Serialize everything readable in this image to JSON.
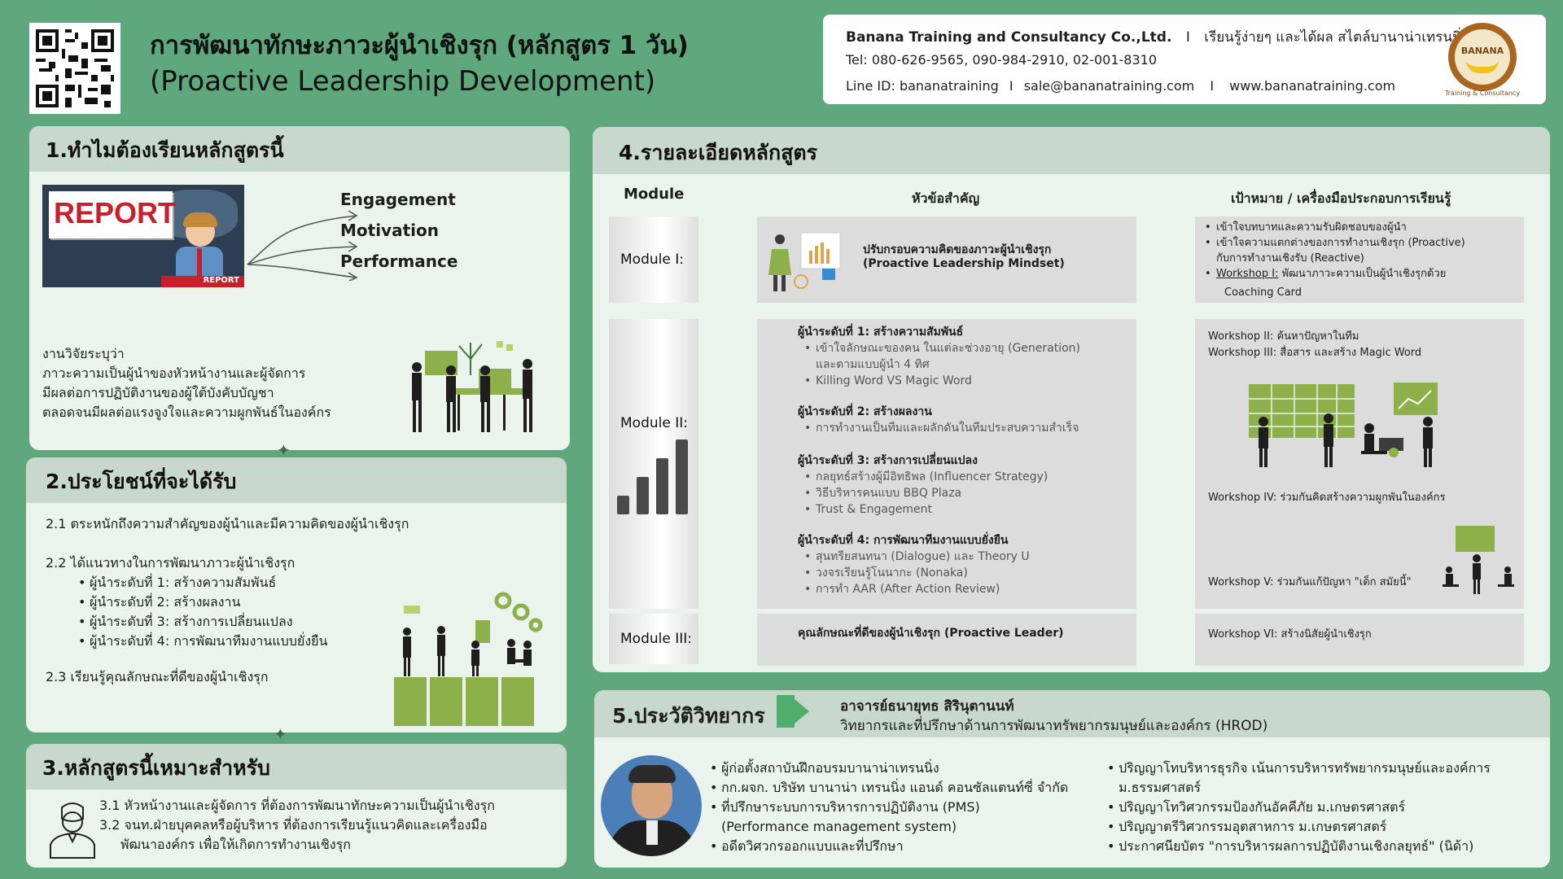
{
  "header": {
    "title_th": "การพัฒนาทักษะภาวะผู้นำเชิงรุก  (หลักสูตร 1 วัน)",
    "title_en": "(Proactive Leadership Development)"
  },
  "company": {
    "name": "Banana Training and Consultancy Co.,Ltd.",
    "sep": "I",
    "slogan": "เรียนรู้ง่ายๆ และได้ผล สไตล์บานาน่าเทรนนิ่ง",
    "tel": "Tel: 080-626-9565, 090-984-2910, 02-001-8310",
    "line": "Line ID: bananatraining",
    "sep2": "I",
    "email": "sale@bananatraining.com",
    "sep3": "I",
    "website": "www.bananatraining.com",
    "logo_text": "BANANA",
    "logo_sub": "Training & Consultancy"
  },
  "s1": {
    "title": "1.ทำไมต้องเรียนหลักสูตรนี้",
    "report_text": "REPORT",
    "report_small": "REPORT",
    "keywords": [
      "Engagement",
      "Motivation",
      "Performance"
    ],
    "research": [
      "งานวิจัยระบุว่า",
      "ภาวะความเป็นผู้นำของหัวหน้างานและผู้จัดการ",
      "มีผลต่อการปฏิบัติงานของผู้ใต้บังคับบัญชา",
      "ตลอดจนมีผลต่อแรงจูงใจและความผูกพันธ์ในองค์กร"
    ]
  },
  "s2": {
    "title": "2.ประโยชน์ที่จะได้รับ",
    "p1": "2.1 ตระหนักถึงความสำคัญของผู้นำและมีความคิดของผู้นำเชิงรุก",
    "p2": "2.2 ได้แนวทางในการพัฒนาภาวะผู้นำเชิงรุก",
    "levels": [
      "ผู้นำระดับที่ 1: สร้างความสัมพันธ์",
      "ผู้นำระดับที่ 2: สร้างผลงาน",
      "ผู้นำระดับที่ 3: สร้างการเปลี่ยนแปลง",
      "ผู้นำระดับที่ 4: การพัฒนาทีมงานแบบยั่งยืน"
    ],
    "p3": "2.3 เรียนรู้คุณลักษณะที่ดีของผู้นำเชิงรุก"
  },
  "s3": {
    "title": "3.หลักสูตรนี้เหมาะสำหรับ",
    "l1": "3.1 หัวหน้างานและผู้จัดการ ที่ต้องการพัฒนาทักษะความเป็นผู้นำเชิงรุก",
    "l2": "3.2 จนท.ฝ่ายบุคคลหรือผู้บริหาร  ที่ต้องการเรียนรู้แนวคิดและเครื่องมือ",
    "l3": "พัฒนาองค์กร เพื่อให้เกิดการทำงานเชิงรุก"
  },
  "s4": {
    "title": "4.รายละเอียดหลักสูตร",
    "col_module": "Module",
    "col_topic": "หัวข้อสำคัญ",
    "col_goal": "เป้าหมาย / เครื่องมือประกอบการเรียนรู้",
    "m1": {
      "label": "Module I:",
      "topic1": "ปรับกรอบความคิดของภาวะผู้นำเชิงรุก",
      "topic2": "(Proactive Leadership Mindset)",
      "goals": [
        "เข้าใจบทบาทและความรับผิดชอบของผู้นำ",
        "เข้าใจความแตกต่างของการทำงานเชิงรุก (Proactive)",
        "กับการทำงานเชิงรับ (Reactive)"
      ],
      "ws_label": "Workshop I:",
      "ws_text": " พัฒนาภาวะความเป็นผู้นำเชิงรุกด้วย",
      "ws_text2": "Coaching Card"
    },
    "m2": {
      "label": "Module II:",
      "blocks": [
        {
          "head": "ผู้นำระดับที่ 1: สร้างความสัมพันธ์",
          "items": [
            "เข้าใจลักษณะของคน ในแต่ละช่วงอายุ (Generation)",
            "Killing Word VS Magic Word"
          ],
          "cont": "และตามแบบผู้นำ 4 ทิศ"
        },
        {
          "head": "ผู้นำระดับที่ 2: สร้างผลงาน",
          "items": [
            "การทำงานเป็นทีมและผลักดันในทีมประสบความสำเร็จ"
          ]
        },
        {
          "head": "ผู้นำระดับที่ 3: สร้างการเปลี่ยนแปลง",
          "items": [
            "กลยุทธ์สร้างผู้มีอิทธิพล (Influencer Strategy)",
            "วิธีบริหารคนแบบ BBQ Plaza",
            "Trust & Engagement"
          ]
        },
        {
          "head": "ผู้นำระดับที่ 4: การพัฒนาทีมงานแบบยั่งยืน",
          "items": [
            "สุนทรียสนทนา (Dialogue) และ Theory U",
            "วงจรเรียนรู้โนนากะ (Nonaka)",
            "การทำ AAR (After Action Review)"
          ]
        }
      ],
      "ws2": "Workshop  II: ค้นหาปัญหาในทีม",
      "ws3": "Workshop III: สื่อสาร และสร้าง Magic Word",
      "ws4": "Workshop IV: ร่วมกันคิดสร้างความผูกพันในองค์กร",
      "ws5": "Workshop V: ร่วมกันแก้ปัญหา \"เด็ก สมัยนี้\""
    },
    "m3": {
      "label": "Module III:",
      "topic": "คุณลักษณะที่ดีของผู้นำเชิงรุก (Proactive Leader)",
      "ws6": "Workshop VI: สร้างนิสัยผู้นำเชิงรุก"
    },
    "bar_values": [
      1,
      2,
      3,
      4
    ]
  },
  "s5": {
    "title": "5.ประวัติวิทยากร",
    "name": "อาจารย์ธนายุทธ สิรินุตานนท์",
    "role": "วิทยากรและที่ปรึกษาด้านการพัฒนาทรัพยากรมนุษย์และองค์กร (HROD)",
    "left": [
      "ผู้ก่อตั้งสถาบันฝึกอบรมบานาน่าเทรนนิ่ง",
      "กก.ผจก. บริษัท บานาน่า เทรนนิ่ง แอนด์ คอนซัลแตนท์ซี่ จำกัด",
      "ที่ปรึกษาระบบการบริหารการปฏิบัติงาน (PMS)",
      "อดีตวิศวกรออกแบบและที่ปรึกษา"
    ],
    "left_cont": "(Performance management system)",
    "right": [
      "ปริญญาโทบริหารธุรกิจ เน้นการบริหารทรัพยากรมนุษย์และองค์การ",
      "ปริญญาโทวิศวกรรมป้องกันอัคคีภัย ม.เกษตรศาสตร์",
      "ปริญญาตรีวิศวกรรมอุตสาหการ ม.เกษตรศาสตร์",
      "ประกาศนียบัตร \"การบริหารผลการปฏิบัติงานเชิงกลยุทธ์\" (นิด้า)"
    ],
    "right_cont": "ม.ธรรมศาสตร์"
  },
  "colors": {
    "bg": "#5fa87d",
    "panel": "#eaf3ec",
    "head": "#c9d8cd",
    "accent_green": "#8db04a",
    "report_red": "#c8202a"
  }
}
